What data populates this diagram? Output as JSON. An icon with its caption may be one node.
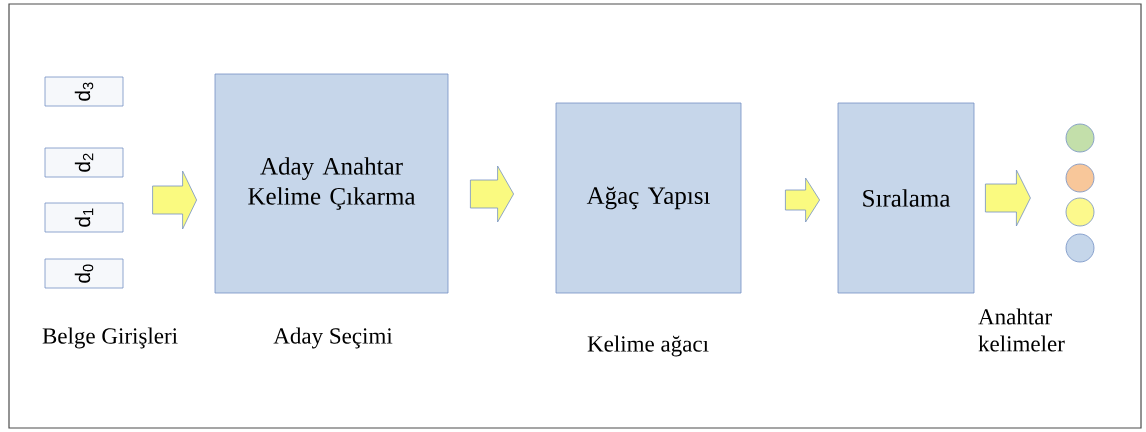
{
  "diagram": {
    "nodes": [
      {
        "text": [
          "d$_{3}$"
        ]
      },
      {
        "text": [
          "d$_{2}$"
        ]
      },
      {
        "text": [
          "d$_{1}$"
        ]
      },
      {
        "text": [
          "d$_{0}$"
        ]
      },
      {
        "text": [
          "Aday Anahtar Kelime Çıkarma"
        ],
        "beside": [
          "Aday Seçimi"
        ]
      },
      {
        "text": [
          "Ağaç Yapısı"
        ],
        "beside": [
          "Kelime ağacı"
        ]
      },
      {
        "text": [
          "Sıralama"
        ]
      },
      {
        "text": [],
        "shape": "circle"
      },
      {
        "text": [],
        "shape": "circle"
      },
      {
        "text": [],
        "shape": "circle"
      },
      {
        "text": [],
        "shape": "circle"
      }
    ],
    "edges": [
      {
        "from": null,
        "to": 4,
        "arrow": "to"
      },
      {
        "from": 4,
        "to": 5,
        "arrow": "to"
      },
      {
        "from": 5,
        "to": 6,
        "arrow": "to"
      },
      {
        "from": 6,
        "to": null,
        "arrow": "to"
      }
    ],
    "labels": [
      "Belge Girişleri",
      "Anahtar kelimeler"
    ]
  }
}
